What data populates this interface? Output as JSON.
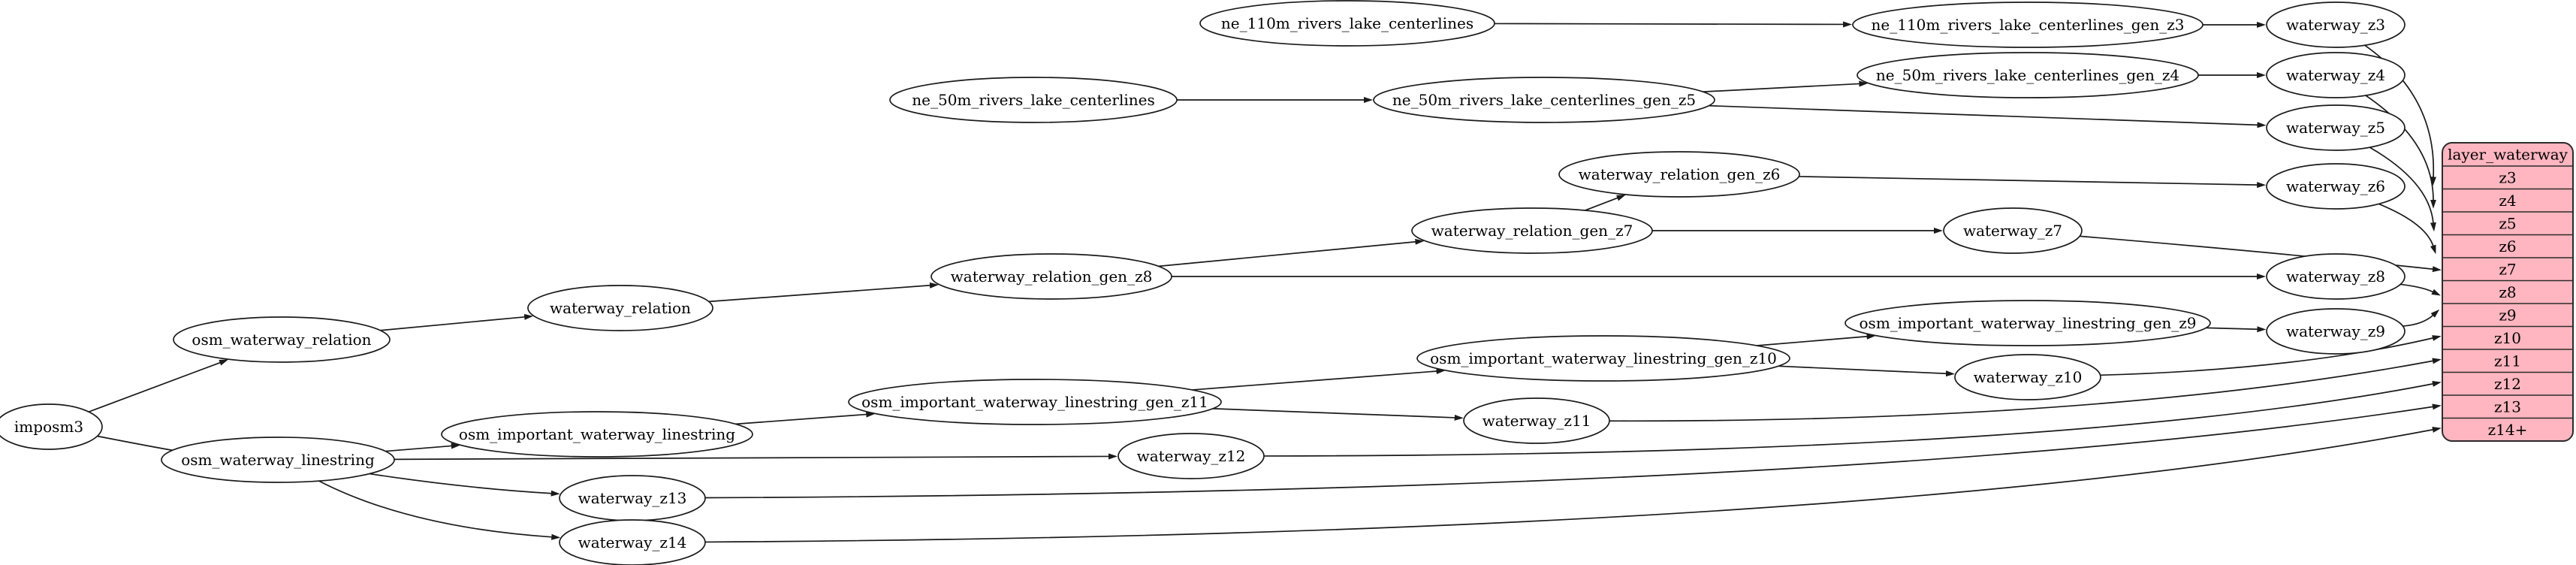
{
  "background": "#ffffff",
  "diagram": {
    "description": "ETL mapping graph for the waterway layer",
    "nodes": [
      {
        "id": "imposm3",
        "label": "imposm3"
      },
      {
        "id": "osm_waterway_relation",
        "label": "osm_waterway_relation"
      },
      {
        "id": "osm_waterway_linestring",
        "label": "osm_waterway_linestring"
      },
      {
        "id": "waterway_relation",
        "label": "waterway_relation"
      },
      {
        "id": "waterway_relation_gen_z8",
        "label": "waterway_relation_gen_z8"
      },
      {
        "id": "waterway_relation_gen_z7",
        "label": "waterway_relation_gen_z7"
      },
      {
        "id": "waterway_relation_gen_z6",
        "label": "waterway_relation_gen_z6"
      },
      {
        "id": "ne_110m_rivers_lake_centerlines",
        "label": "ne_110m_rivers_lake_centerlines"
      },
      {
        "id": "ne_110m_rivers_lake_centerlines_gen_z3",
        "label": "ne_110m_rivers_lake_centerlines_gen_z3"
      },
      {
        "id": "ne_50m_rivers_lake_centerlines",
        "label": "ne_50m_rivers_lake_centerlines"
      },
      {
        "id": "ne_50m_rivers_lake_centerlines_gen_z5",
        "label": "ne_50m_rivers_lake_centerlines_gen_z5"
      },
      {
        "id": "ne_50m_rivers_lake_centerlines_gen_z4",
        "label": "ne_50m_rivers_lake_centerlines_gen_z4"
      },
      {
        "id": "osm_important_waterway_linestring",
        "label": "osm_important_waterway_linestring"
      },
      {
        "id": "osm_important_waterway_linestring_gen_z11",
        "label": "osm_important_waterway_linestring_gen_z11"
      },
      {
        "id": "osm_important_waterway_linestring_gen_z10",
        "label": "osm_important_waterway_linestring_gen_z10"
      },
      {
        "id": "osm_important_waterway_linestring_gen_z9",
        "label": "osm_important_waterway_linestring_gen_z9"
      },
      {
        "id": "waterway_z3",
        "label": "waterway_z3"
      },
      {
        "id": "waterway_z4",
        "label": "waterway_z4"
      },
      {
        "id": "waterway_z5",
        "label": "waterway_z5"
      },
      {
        "id": "waterway_z6",
        "label": "waterway_z6"
      },
      {
        "id": "waterway_z7",
        "label": "waterway_z7"
      },
      {
        "id": "waterway_z8",
        "label": "waterway_z8"
      },
      {
        "id": "waterway_z9",
        "label": "waterway_z9"
      },
      {
        "id": "waterway_z10",
        "label": "waterway_z10"
      },
      {
        "id": "waterway_z11",
        "label": "waterway_z11"
      },
      {
        "id": "waterway_z12",
        "label": "waterway_z12"
      },
      {
        "id": "waterway_z13",
        "label": "waterway_z13"
      },
      {
        "id": "waterway_z14",
        "label": "waterway_z14"
      }
    ],
    "table": {
      "id": "layer_waterway",
      "title": "layer_waterway",
      "fill": "#ffb6c0",
      "stroke": "#2b2b2b",
      "rows": [
        {
          "id": "z3",
          "label": "z3"
        },
        {
          "id": "z4",
          "label": "z4"
        },
        {
          "id": "z5",
          "label": "z5"
        },
        {
          "id": "z6",
          "label": "z6"
        },
        {
          "id": "z7",
          "label": "z7"
        },
        {
          "id": "z8",
          "label": "z8"
        },
        {
          "id": "z9",
          "label": "z9"
        },
        {
          "id": "z10",
          "label": "z10"
        },
        {
          "id": "z11",
          "label": "z11"
        },
        {
          "id": "z12",
          "label": "z12"
        },
        {
          "id": "z13",
          "label": "z13"
        },
        {
          "id": "z14plus",
          "label": "z14+"
        }
      ]
    },
    "edges": [
      {
        "from": "imposm3",
        "to": "osm_waterway_relation"
      },
      {
        "from": "imposm3",
        "to": "osm_waterway_linestring"
      },
      {
        "from": "osm_waterway_relation",
        "to": "waterway_relation"
      },
      {
        "from": "waterway_relation",
        "to": "waterway_relation_gen_z8"
      },
      {
        "from": "waterway_relation_gen_z8",
        "to": "waterway_relation_gen_z7"
      },
      {
        "from": "waterway_relation_gen_z8",
        "to": "waterway_z8"
      },
      {
        "from": "waterway_relation_gen_z7",
        "to": "waterway_relation_gen_z6"
      },
      {
        "from": "waterway_relation_gen_z7",
        "to": "waterway_z7"
      },
      {
        "from": "waterway_relation_gen_z6",
        "to": "waterway_z6"
      },
      {
        "from": "ne_110m_rivers_lake_centerlines",
        "to": "ne_110m_rivers_lake_centerlines_gen_z3"
      },
      {
        "from": "ne_110m_rivers_lake_centerlines_gen_z3",
        "to": "waterway_z3"
      },
      {
        "from": "ne_50m_rivers_lake_centerlines",
        "to": "ne_50m_rivers_lake_centerlines_gen_z5"
      },
      {
        "from": "ne_50m_rivers_lake_centerlines_gen_z5",
        "to": "ne_50m_rivers_lake_centerlines_gen_z4"
      },
      {
        "from": "ne_50m_rivers_lake_centerlines_gen_z5",
        "to": "waterway_z5"
      },
      {
        "from": "ne_50m_rivers_lake_centerlines_gen_z4",
        "to": "waterway_z4"
      },
      {
        "from": "osm_waterway_linestring",
        "to": "osm_important_waterway_linestring"
      },
      {
        "from": "osm_waterway_linestring",
        "to": "waterway_z12"
      },
      {
        "from": "osm_waterway_linestring",
        "to": "waterway_z13"
      },
      {
        "from": "osm_waterway_linestring",
        "to": "waterway_z14"
      },
      {
        "from": "osm_important_waterway_linestring",
        "to": "osm_important_waterway_linestring_gen_z11"
      },
      {
        "from": "osm_important_waterway_linestring_gen_z11",
        "to": "osm_important_waterway_linestring_gen_z10"
      },
      {
        "from": "osm_important_waterway_linestring_gen_z11",
        "to": "waterway_z11"
      },
      {
        "from": "osm_important_waterway_linestring_gen_z10",
        "to": "osm_important_waterway_linestring_gen_z9"
      },
      {
        "from": "osm_important_waterway_linestring_gen_z10",
        "to": "waterway_z10"
      },
      {
        "from": "osm_important_waterway_linestring_gen_z9",
        "to": "waterway_z9"
      },
      {
        "from": "waterway_z3",
        "to": "layer_waterway.z3"
      },
      {
        "from": "waterway_z4",
        "to": "layer_waterway.z4"
      },
      {
        "from": "waterway_z5",
        "to": "layer_waterway.z5"
      },
      {
        "from": "waterway_z6",
        "to": "layer_waterway.z6"
      },
      {
        "from": "waterway_z7",
        "to": "layer_waterway.z7"
      },
      {
        "from": "waterway_z8",
        "to": "layer_waterway.z8"
      },
      {
        "from": "waterway_z9",
        "to": "layer_waterway.z9"
      },
      {
        "from": "waterway_z10",
        "to": "layer_waterway.z10"
      },
      {
        "from": "waterway_z11",
        "to": "layer_waterway.z11"
      },
      {
        "from": "waterway_z12",
        "to": "layer_waterway.z12"
      },
      {
        "from": "waterway_z13",
        "to": "layer_waterway.z13"
      },
      {
        "from": "waterway_z14",
        "to": "layer_waterway.z14plus"
      }
    ]
  }
}
